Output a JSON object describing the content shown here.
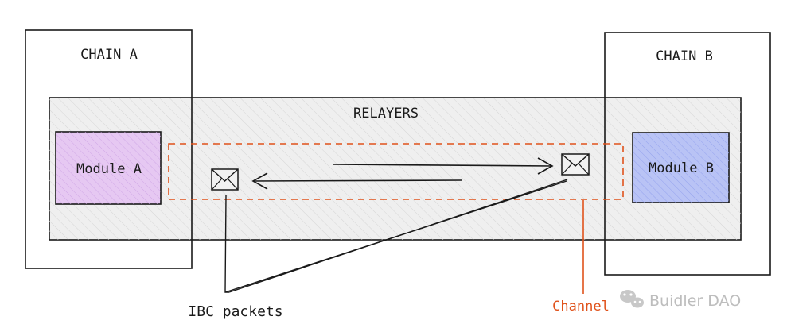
{
  "diagram": {
    "chain_a": {
      "label": "CHAIN A"
    },
    "chain_b": {
      "label": "CHAIN B"
    },
    "relayers": {
      "label": "RELAYERS"
    },
    "module_a": {
      "label": "Module A",
      "fill": "#e6c8f2"
    },
    "module_b": {
      "label": "Module B",
      "fill": "#b9c3f5"
    },
    "packets_label": "IBC packets",
    "channel_label": "Channel",
    "colors": {
      "stroke": "#1a1a1a",
      "relayer_fill": "#efefef",
      "channel": "#e0521b",
      "envelope_fill": "#f2f2f2"
    }
  },
  "watermark": {
    "text": "Buidler DAO",
    "icon": "wechat-icon"
  }
}
